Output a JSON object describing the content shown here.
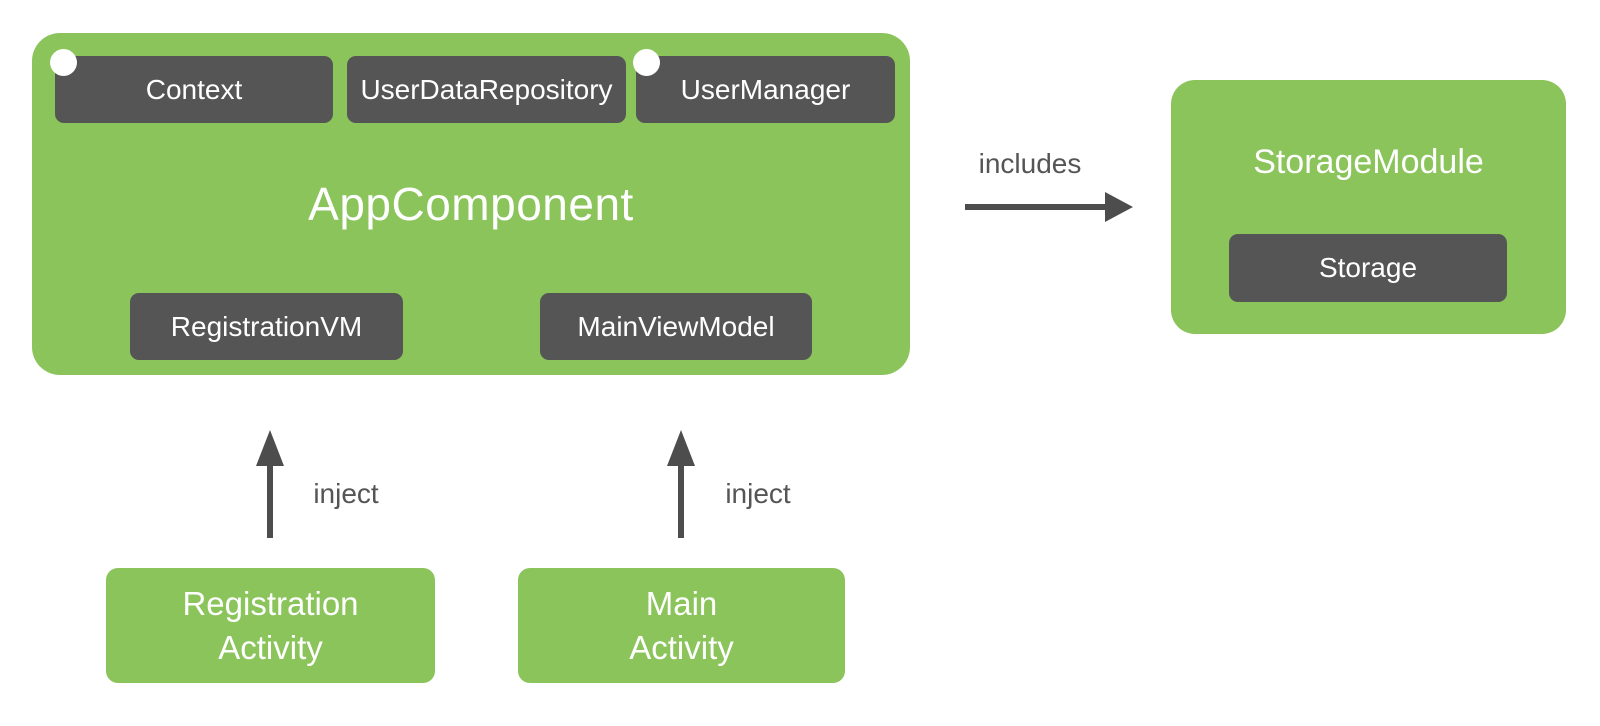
{
  "colors": {
    "green": "#8AC45B",
    "dark": "#555555",
    "arrow": "#4d4d4d",
    "text_light": "#ffffff",
    "text_dark": "#555555",
    "background": "#ffffff"
  },
  "app_component": {
    "label": "AppComponent",
    "top_items": [
      {
        "label": "Context"
      },
      {
        "label": "UserDataRepository"
      },
      {
        "label": "UserManager"
      }
    ],
    "bottom_items": [
      {
        "label": "RegistrationVM"
      },
      {
        "label": "MainViewModel"
      }
    ]
  },
  "storage_module": {
    "label": "StorageModule",
    "items": [
      {
        "label": "Storage"
      }
    ]
  },
  "activities": [
    {
      "lines": [
        "Registration",
        "Activity"
      ]
    },
    {
      "lines": [
        "Main",
        "Activity"
      ]
    }
  ],
  "edges": {
    "includes_label": "includes",
    "inject_label_registration": "inject",
    "inject_label_main": "inject"
  }
}
